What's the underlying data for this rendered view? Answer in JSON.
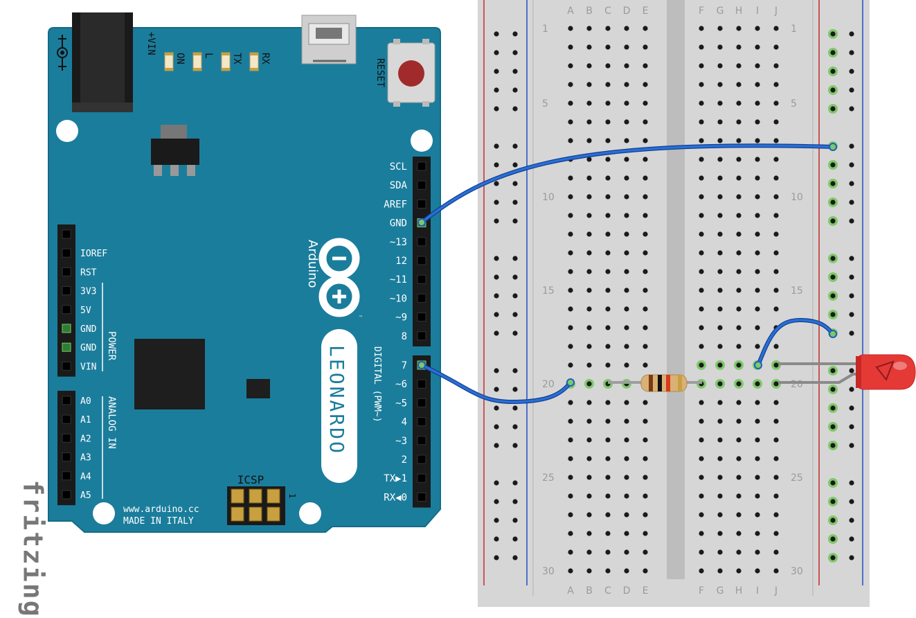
{
  "watermark": "fritzing",
  "board": {
    "model": "LEONARDO",
    "brand": "Arduino",
    "url": "www.arduino.cc",
    "made_in": "MADE IN ITALY",
    "icsp_label": "ICSP",
    "icsp_pin1": "1",
    "reset_label": "RESET",
    "vin_label": "+VIN",
    "led_labels": [
      "ON",
      "L",
      "TX",
      "RX"
    ],
    "digital_section_label": "DIGITAL (PWM~)",
    "power_section_label": "POWER",
    "analog_section_label": "ANALOG IN",
    "top_header": [
      "SCL",
      "SDA",
      "AREF",
      "GND",
      "~13",
      "12",
      "~11",
      "~10",
      "~9",
      "8"
    ],
    "bottom_header": [
      "7",
      "~6",
      "~5",
      "4",
      "~3",
      "2",
      "TX▶1",
      "RX◀0"
    ],
    "power_header": [
      "IOREF",
      "RST",
      "3V3",
      "5V",
      "GND",
      "GND",
      "VIN"
    ],
    "analog_header": [
      "A0",
      "A1",
      "A2",
      "A3",
      "A4",
      "A5"
    ],
    "colors": {
      "pcb": "#1b7d9c",
      "pcb_edge": "#146b86",
      "header": "#1a1a1a",
      "label": "#ffffff"
    }
  },
  "breadboard": {
    "column_letters_left": [
      "A",
      "B",
      "C",
      "D",
      "E"
    ],
    "column_letters_right": [
      "F",
      "G",
      "H",
      "I",
      "J"
    ],
    "row_numbers": [
      "1",
      "5",
      "10",
      "15",
      "20",
      "25",
      "30"
    ],
    "rail_colors": {
      "positive": "#c62828",
      "negative": "#1e4fc2"
    }
  },
  "components": {
    "resistor_bands": [
      "#7a3b12",
      "#111111",
      "#d83a1a",
      "#c8a040"
    ],
    "led_color": "#e53935",
    "wire_color": "#1f5fbf",
    "connected_hole_color": "#7fc86a"
  }
}
